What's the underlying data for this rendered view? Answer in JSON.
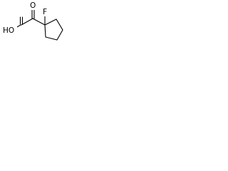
{
  "molecule": {
    "labels": {
      "oxygen": "O",
      "hydroxyl": "HO",
      "fluorine": "F"
    }
  }
}
